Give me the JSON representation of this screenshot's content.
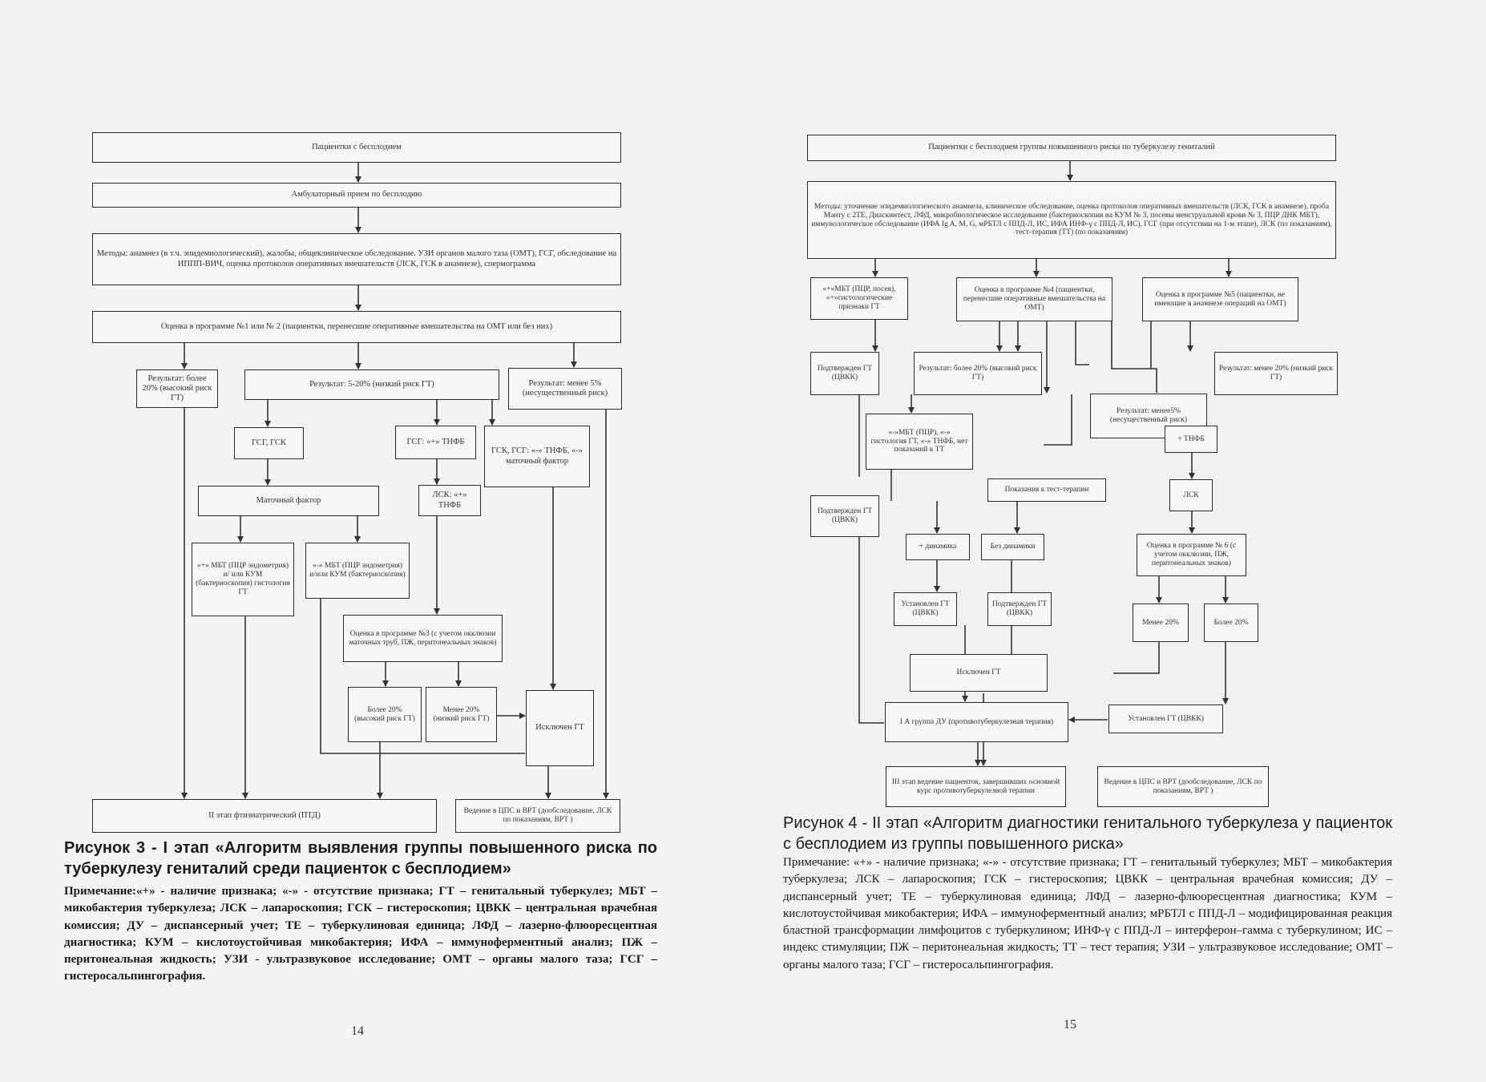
{
  "left": {
    "boxes": {
      "b1": "Пациентки с бесплодием",
      "b2": "Амбулаторный прием по бесплодию",
      "b3": "Методы: анамнез (в т.ч. эпидемиологический), жалобы, общеклиническое обследование. УЗИ органов малого таза (ОМТ), ГСГ, обследование на ИППП-ВИЧ, оценка протоколов оперативных вмешательств (ЛСК, ГСК в анамнезе), спермограмма",
      "b4": "Оценка в программе №1 или № 2 (пациентки, перенесшие оперативные вмешательства на ОМТ или без них)",
      "b5": "Результат: более 20% (высокий риск ГТ)",
      "b6": "Результат: 5-20% (низкий риск ГТ)",
      "b7": "Результат: менее 5% (несущественный риск)",
      "b8": "ГСГ, ГСК",
      "b9": "ГСГ: «+» ТНФБ",
      "b10": "ГСК, ГСГ: «-» ТНФБ, «-» маточный фактор",
      "b11": "Маточный фактор",
      "b12": "ЛСК: «+» ТНФБ",
      "b13": "«+» МБТ (ПЦР эндометрия) и/ или КУМ (бактериоскопия) гистология ГТ",
      "b14": "«-» МБТ (ПЦР эндометрия) и/или КУМ (бактериоскопия)",
      "b15": "Оценка в программе №3 (с учетом окклюзии маточных труб, ПЖ, перитонеальных знаков)",
      "b16": "Более 20% (высокий риск ГТ)",
      "b17": "Менее 20% (низкий риск ГТ)",
      "b18": "Исключен ГТ",
      "b19": "II этап фтизиатрический (ПТД)",
      "b20": "Ведение в ЦПС и ВРТ (дообследование, ЛСК по показаниям, ВРТ )"
    },
    "caption": "Рисунок 3 - I этап «Алгоритм выявления группы повышенного риска по туберкулезу гениталий среди пациенток с бесплодием»",
    "note": "Примечание:«+» - наличие признака; «-» - отсутствие признака; ГТ – генитальный туберкулез; МБТ – микобактерия туберкулеза; ЛСК – лапароскопия; ГСК – гистероскопия; ЦВКК – центральная врачебная комиссия; ДУ – диспансерный учет; ТЕ – туберкулиновая единица; ЛФД – лазерно-флюоресцентная диагностика; КУМ – кислотоустойчивая микобактерия; ИФА – иммуноферментный анализ; ПЖ – перитонеальная жидкость; УЗИ - ультразвуковое исследование; ОМТ – органы малого таза; ГСГ – гистеросальпингография.",
    "page_number": "14"
  },
  "right": {
    "boxes": {
      "r1": "Пациентки с бесплодием группы повышенного риска по туберкулезу гениталий",
      "r2": "Методы: уточнение эпидемиологического анамнеза, клиническое обследование, оценка протоколов оперативных вмешательств (ЛСК, ГСК в анамнезе), проба Манту с 2ТЕ, Диаскинтест, ЛФД, микробиологическое исследование (бактериоскопия на КУМ № 3, посевы менструальной крови № 3, ПЦР ДНК МБТ), иммунологическое обследование (ИФА Ig A, M, G, мРБТЛ с ППД-Л, ИС, ИФА ИНФ-γ с ППД-Л, ИС), ГСГ (при отсутствии на 1-м этапе), ЛСК (по показаниям), тест-терапия (ТТ) (по показаниям)",
      "r3": "«+»МБТ (ПЦР, посев), «+»гистологические признаки ГТ",
      "r4": "Оценка в программе №4 (пациентки, перенесшие оперативные вмешательства на ОМТ)",
      "r5": "Оценка в программе №5 (пациентки, не имеющие в анамнезе операций на ОМТ)",
      "r6": "Подтвержден ГТ (ЦВКК)",
      "r7": "Результат: более 20% (высокий риск ГТ)",
      "r8": "Результат: менее 20% (низкий риск ГТ)",
      "r9": "Результат: менее5% (несущественный риск)",
      "r10": "«-»МБТ (ПЦР), «-» гистология ГТ, «-» ТНФБ, нет показаний к ТТ",
      "r11": "+ ТНФБ",
      "r12": "Показания к тест-терапии",
      "r13": "ЛСК",
      "r14": "Подтвержден ГТ (ЦВКК)",
      "r15": "+ динамика",
      "r16": "Без динамики",
      "r17": "Оценка в программе № 6 (с учетом окклюзии, ПЖ, перитонеальных знаков)",
      "r18": "Установлен ГТ (ЦВКК)",
      "r19": "Подтвержден ГТ (ЦВКК)",
      "r20": "Менее 20%",
      "r21": "Более 20%",
      "r22": "Исключен ГТ",
      "r23": "I А группа ДУ (противотуберкулезная терапия)",
      "r24": "Установлен ГТ (ЦВКК)",
      "r25": "III этап ведение пациенток, завершивших основной курс противотуберкулезной терапии",
      "r26": "Ведение в ЦПС и ВРТ (дообследование, ЛСК по показаниям, ВРТ )"
    },
    "caption": "Рисунок 4 - II этап «Алгоритм диагностики генитального туберкулеза у пациенток с бесплодием из группы повышенного риска»",
    "note": "Примечание: «+» - наличие признака; «-» - отсутствие признака; ГТ – генитальный туберкулез; МБТ – микобактерия туберкулеза; ЛСК – лапароскопия; ГСК – гистероскопия; ЦВКК – центральная врачебная комиссия; ДУ – диспансерный учет; ТЕ – туберкулиновая единица; ЛФД – лазерно-флюоресцентная диагностика; КУМ – кислотоустойчивая микобактерия; ИФА – иммуноферментный анализ; мРБТЛ с ППД-Л – модифицированная реакция бластной трансформации лимфоцитов с туберкулином; ИНФ-γ с ППД-Л – интерферон–гамма с туберкулином; ИС – индекс стимуляции; ПЖ – перитонеальная жидкость; ТТ – тест терапия; УЗИ – ультразвуковое исследование; ОМТ – органы малого таза; ГСГ – гистеросальпингография.",
    "page_number": "15"
  }
}
